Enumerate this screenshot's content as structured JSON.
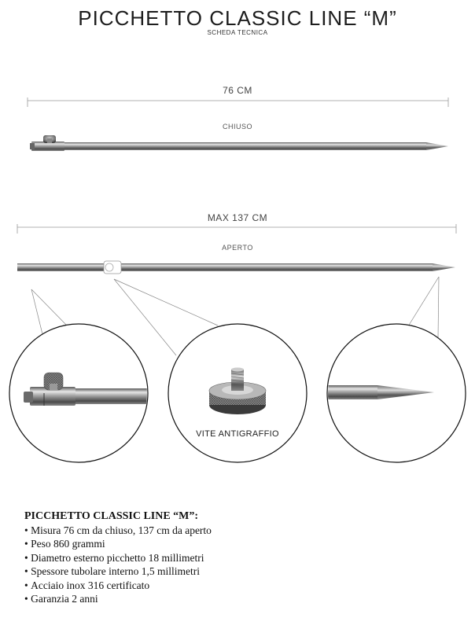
{
  "header": {
    "title": "PICCHETTO CLASSIC LINE “M”",
    "subtitle": "SCHEDA TECNICA"
  },
  "closed": {
    "length_label": "76 CM",
    "state_label": "CHIUSO"
  },
  "open": {
    "length_label": "MAX 137 CM",
    "state_label": "APERTO"
  },
  "details": {
    "screw_caption": "VITE ANTIGRAFFIO"
  },
  "specs": {
    "title": "PICCHETTO CLASSIC LINE “M”:",
    "items": [
      "Misura 76 cm da chiuso, 137 cm da aperto",
      "Peso 860 grammi",
      "Diametro esterno picchetto 18 millimetri",
      "Spessore tubolare interno 1,5 millimetri",
      "Acciaio inox 316 certificato",
      "Garanzia 2 anni"
    ]
  }
}
